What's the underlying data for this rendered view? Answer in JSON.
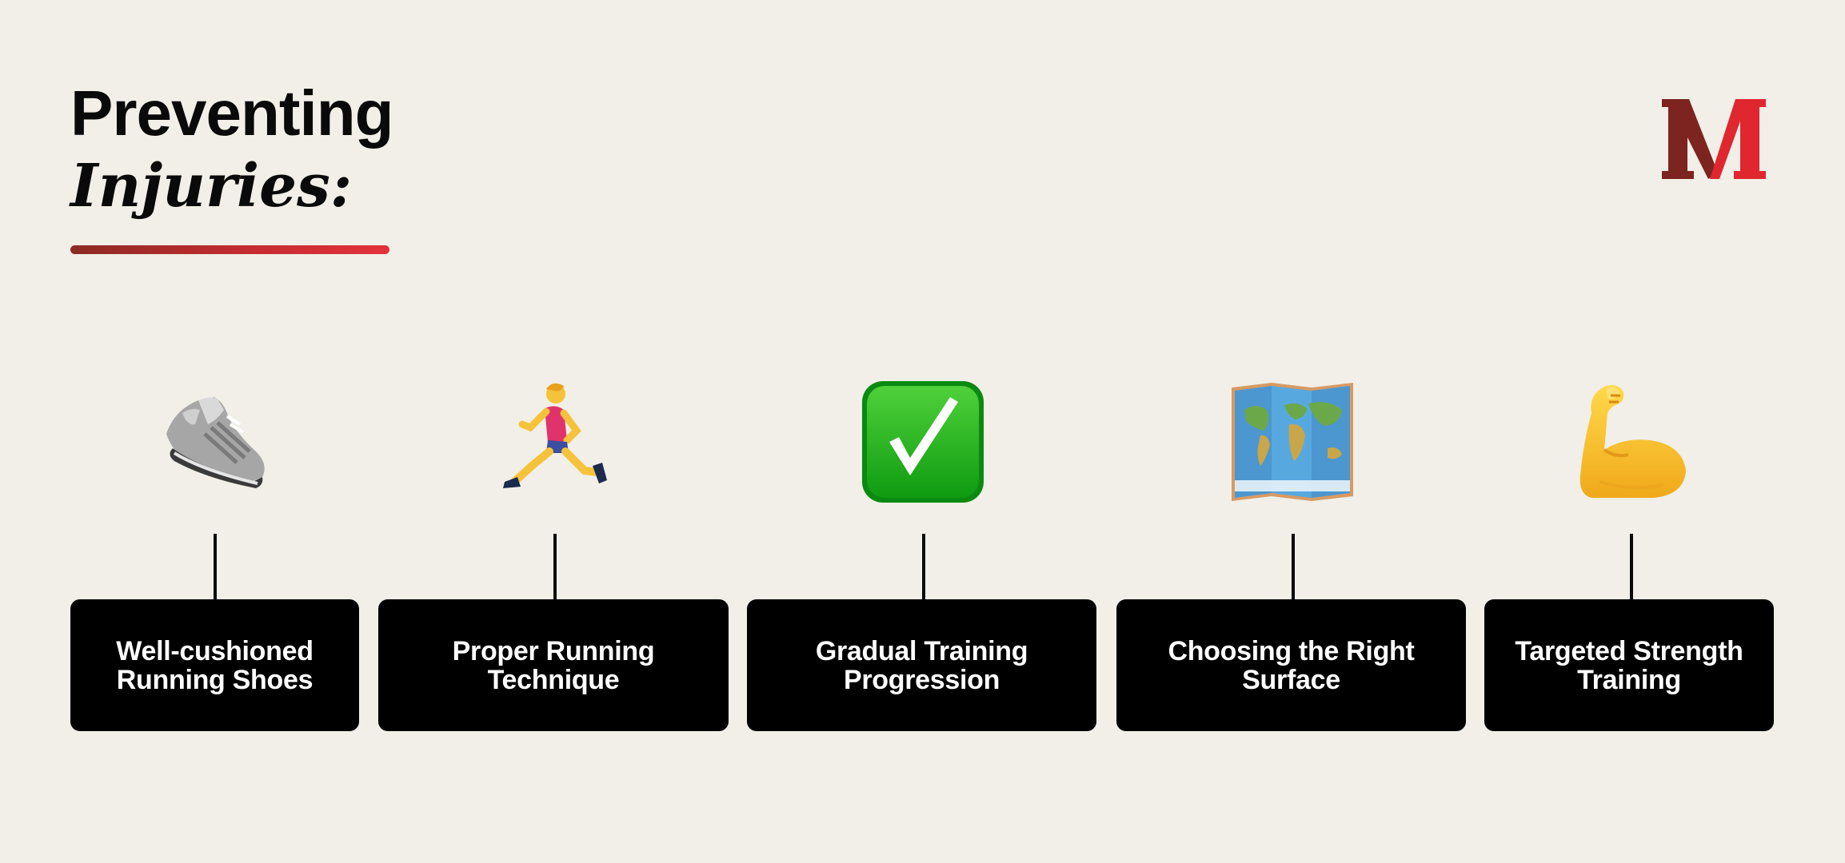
{
  "title": {
    "line1": "Preventing",
    "line2": "Injuries:"
  },
  "accent_color": "#d42a32",
  "logo": {
    "letter": "M",
    "colors": [
      "#7d2420",
      "#e0262e"
    ]
  },
  "items": [
    {
      "icon": "running-shoe-icon",
      "label": "Well-cushioned Running Shoes"
    },
    {
      "icon": "person-running-icon",
      "label": "Proper Running Technique"
    },
    {
      "icon": "check-mark-button-icon",
      "label": "Gradual Training Progression"
    },
    {
      "icon": "world-map-icon",
      "label": "Choosing the Right Surface"
    },
    {
      "icon": "flexed-biceps-icon",
      "label": "Targeted Strength Training"
    }
  ]
}
